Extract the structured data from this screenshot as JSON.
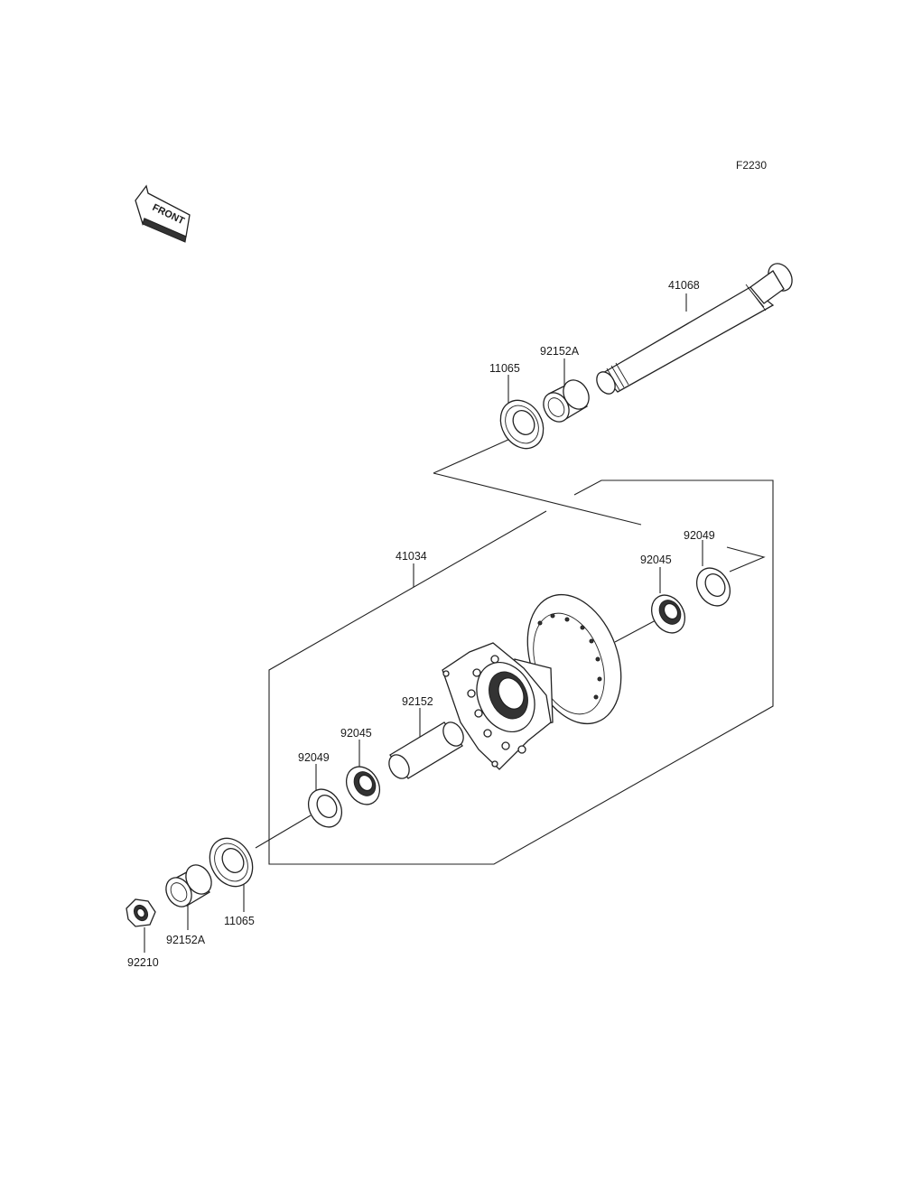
{
  "diagram_code": "F2230",
  "front_arrow_text": "FRONT",
  "labels": {
    "axle": "41068",
    "collar_top": "92152A",
    "seal_top": "11065",
    "hub": "41034",
    "oil_seal_right": "92049",
    "bearing_right": "92045",
    "spacer": "92152",
    "bearing_left": "92045",
    "oil_seal_left": "92049",
    "seal_bottom": "11065",
    "collar_bottom": "92152A",
    "nut": "92210"
  }
}
